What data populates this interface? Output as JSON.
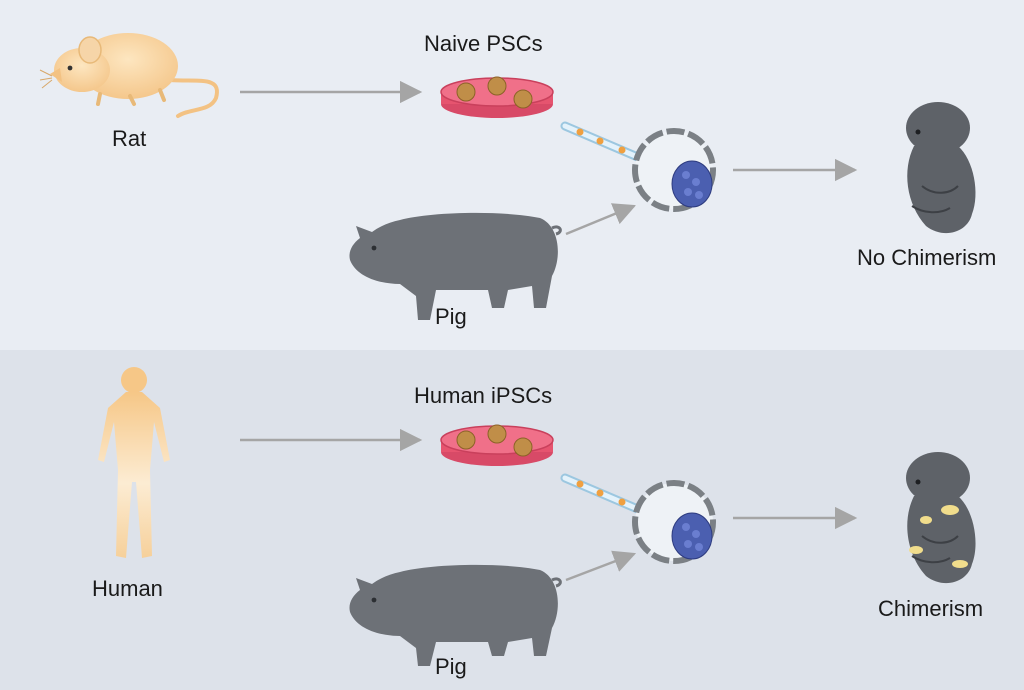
{
  "top_panel": {
    "source_label": "Rat",
    "culture_label": "Naive PSCs",
    "host_label": "Pig",
    "outcome_label": "No Chimerism"
  },
  "bottom_panel": {
    "source_label": "Human",
    "culture_label": "Human iPSCs",
    "host_label": "Pig",
    "outcome_label": "Chimerism"
  },
  "colors": {
    "panel_top": "#e9edf3",
    "panel_bottom": "#dde2ea",
    "arrow": "#a5a5a5",
    "rat_body": "#f6cf95",
    "human_body": "#f8d9a4",
    "pig": "#6d7177",
    "fetus": "#5e6268",
    "dish": "#ec5b78",
    "colony": "#c08e48",
    "blastocyst_cells": "#4b5fb0",
    "chimera_patch": "#f1dd8c"
  },
  "icons": [
    "rat-icon",
    "human-icon",
    "pig-icon",
    "petri-dish-icon",
    "micropipette-icon",
    "blastocyst-icon",
    "fetus-icon"
  ]
}
